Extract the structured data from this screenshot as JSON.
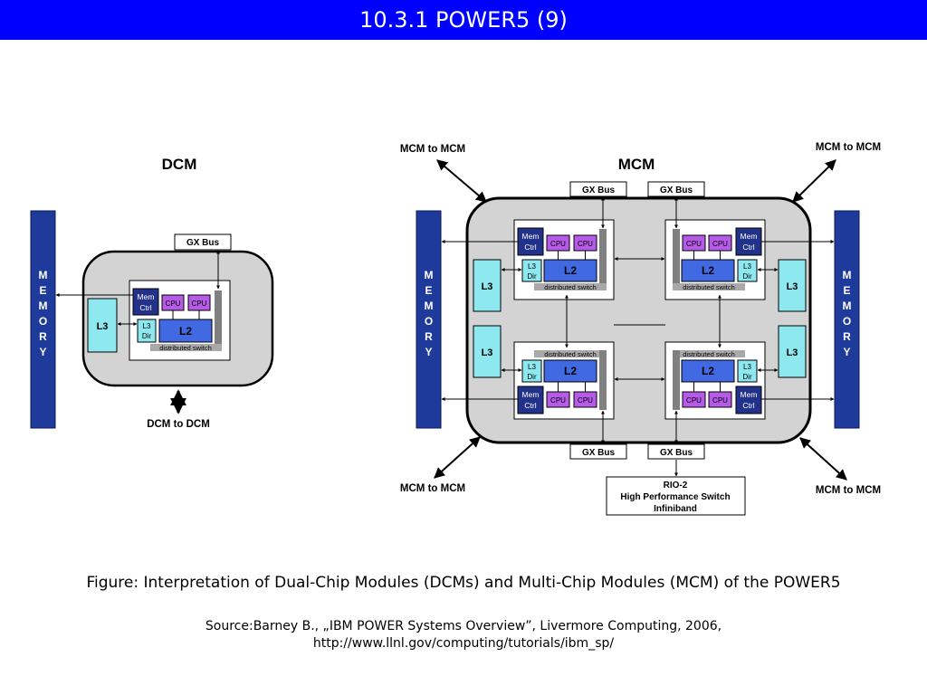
{
  "title": "10.3.1 POWER5 (9)",
  "diagram": {
    "dcm_title": "DCM",
    "mcm_title": "MCM",
    "memory_letters": [
      "M",
      "E",
      "M",
      "O",
      "R",
      "Y"
    ],
    "gx_bus": "GX Bus",
    "l3": "L3",
    "l2": "L2",
    "cpu": "CPU",
    "mem_ctrl": [
      "Mem",
      "Ctrl"
    ],
    "l3_dir": [
      "L3",
      "Dir"
    ],
    "distributed_switch": "distributed switch",
    "dcm_to_dcm": "DCM to DCM",
    "mcm_to_mcm": "MCM to MCM",
    "rio": [
      "RIO-2",
      "High Performance Switch",
      "Infiniband"
    ]
  },
  "caption": "Figure: Interpretation of Dual-Chip Modules (DCMs) and Multi-Chip Modules (MCM) of the POWER5",
  "source_line1": "Source:Barney B., „IBM POWER Systems Overview”, Livermore Computing, 2006,",
  "source_line2": "http://www.llnl.gov/computing/tutorials/ibm_sp/",
  "colors": {
    "title_bar": "#0000ff",
    "memory": "#1e3a9a",
    "mem_ctrl": "#22318a",
    "l2": "#4169e1",
    "cpu": "#b65ae8",
    "l3": "#8ee8ef",
    "module": "#d3d3d3"
  }
}
